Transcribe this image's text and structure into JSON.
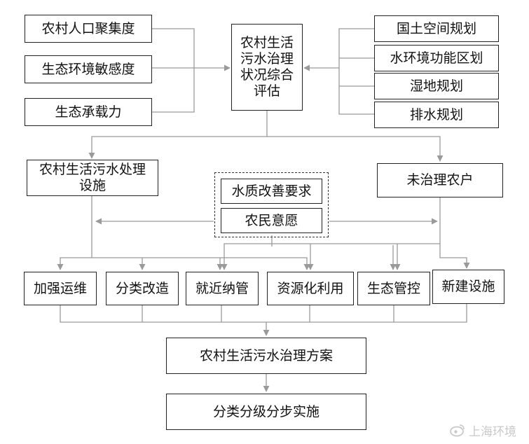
{
  "left_inputs": [
    "农村人口聚集度",
    "生态环境敏感度",
    "生态承载力"
  ],
  "center": "农村生活\n污水治理\n状况综合\n评估",
  "right_inputs": [
    "国土空间规划",
    "水环境功能区划",
    "湿地规划",
    "排水规划"
  ],
  "branch_left": "农村生活污水处理\n设施",
  "branch_right": "未治理农户",
  "middle_factors": [
    "水质改善要求",
    "农民意愿"
  ],
  "measures": [
    "加强运维",
    "分类改造",
    "就近纳管",
    "资源化利用",
    "生态管控",
    "新建设施"
  ],
  "plan": "农村生活污水治理方案",
  "implementation": "分类分级分步实施",
  "watermark": "上海环境",
  "colors": {
    "line": "#9a9a9a",
    "border": "#222222",
    "watermark": "#c9c9c9"
  }
}
